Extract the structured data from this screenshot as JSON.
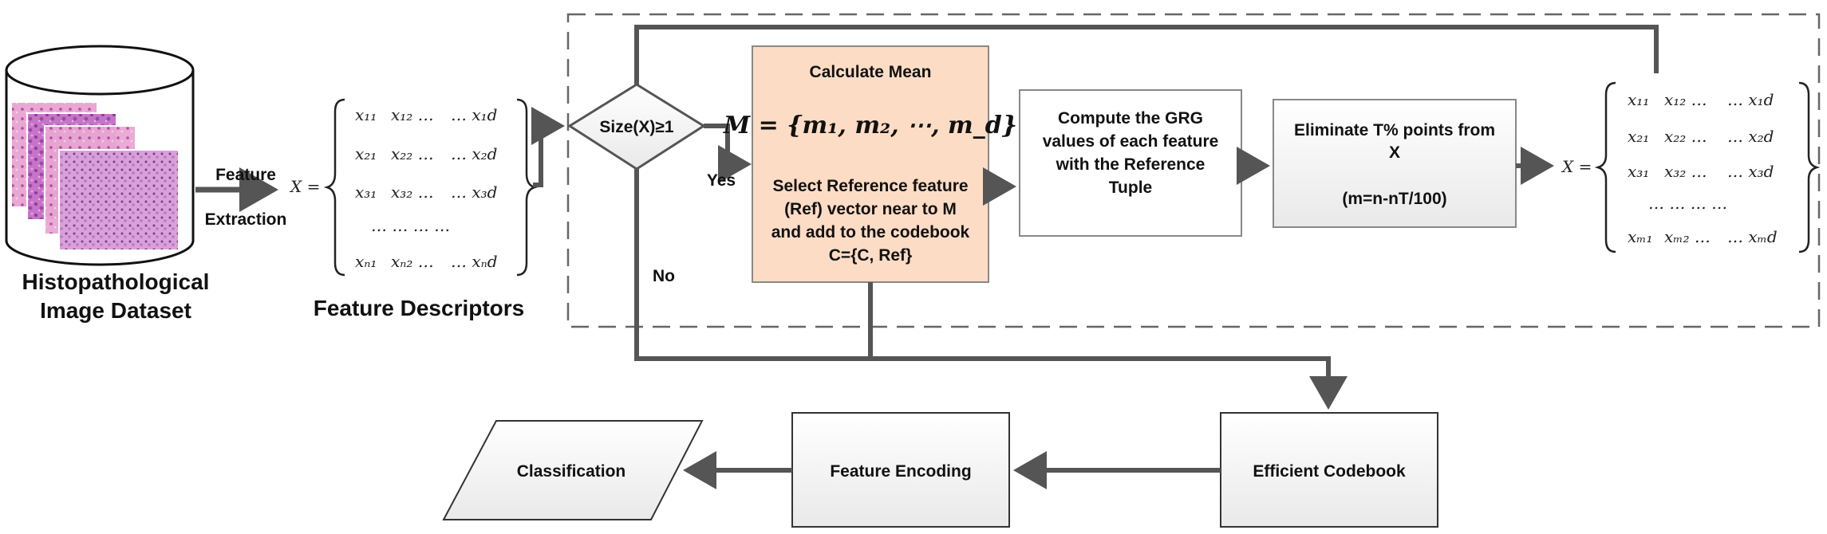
{
  "dataset": {
    "title_line1": "Histopathological",
    "title_line2": "Image Dataset"
  },
  "feature_extraction": {
    "line1": "Feature",
    "line2": "Extraction"
  },
  "feature_descriptors": {
    "caption": "Feature Descriptors",
    "lhs": "X =",
    "rows": [
      [
        "x₁₁",
        "x₁₂ …",
        "… x₁d"
      ],
      [
        "x₂₁",
        "x₂₂ …",
        "… x₂d"
      ],
      [
        "x₃₁",
        "x₃₂ …",
        "… x₃d"
      ],
      [
        "… … … …"
      ],
      [
        "xₙ₁",
        "xₙ₂ …",
        "… xₙd"
      ]
    ]
  },
  "decision": {
    "label": "Size(X)≥1",
    "yes": "Yes",
    "no": "No"
  },
  "mean_box": {
    "title": "Calculate Mean",
    "formula": "M = {m₁, m₂, ⋯, m_d}",
    "line1": "Select Reference feature",
    "line2": "(Ref) vector near to M",
    "line3": "and add to the codebook",
    "line4": "C={C, Ref}",
    "fill": "#fcdcc4"
  },
  "grg_box": {
    "line1": "Compute the GRG",
    "line2": "values of each feature",
    "line3": "with the Reference",
    "line4": "Tuple"
  },
  "eliminate_box": {
    "line1": "Eliminate T% points from",
    "line2": "X",
    "line3": "(m=n-nT/100)"
  },
  "reduced_matrix": {
    "lhs": "X =",
    "rows": [
      [
        "x₁₁",
        "x₁₂ …",
        "… x₁d"
      ],
      [
        "x₂₁",
        "x₂₂ …",
        "… x₂d"
      ],
      [
        "x₃₁",
        "x₃₂ …",
        "… x₃d"
      ],
      [
        "… … … …"
      ],
      [
        "xₘ₁",
        "xₘ₂ …",
        "… xₘd"
      ]
    ]
  },
  "bottom": {
    "codebook": "Efficient Codebook",
    "encoding": "Feature Encoding",
    "classification": "Classification"
  },
  "colors": {
    "arrow": "#555555",
    "box_border": "#777777",
    "box_fill": "#f2f2f2",
    "dashed_border": "#666666"
  }
}
